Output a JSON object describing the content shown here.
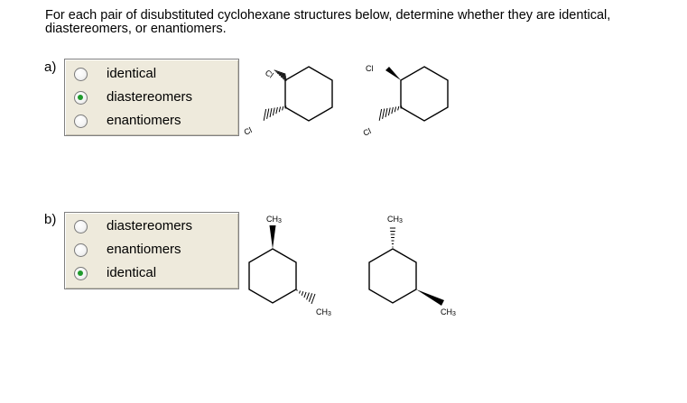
{
  "instructions": "For each pair of disubstituted cyclohexane structures below, determine whether they are identical, diastereomers, or enantiomers.",
  "questions": [
    {
      "label": "a)",
      "options": [
        {
          "text": "identical",
          "selected": false
        },
        {
          "text": "diastereomers",
          "selected": true
        },
        {
          "text": "enantiomers",
          "selected": false
        }
      ],
      "structures": {
        "left": {
          "top": "Cl",
          "bottom": "Cl"
        },
        "right": {
          "top": "Cl",
          "bottom": "Cl"
        }
      }
    },
    {
      "label": "b)",
      "options": [
        {
          "text": "diastereomers",
          "selected": false
        },
        {
          "text": "enantiomers",
          "selected": false
        },
        {
          "text": "identical",
          "selected": true
        }
      ],
      "structures": {
        "left": {
          "top": "CH3",
          "bottom": "CH3"
        },
        "right": {
          "top": "CH3",
          "bottom": "CH3"
        }
      }
    }
  ],
  "colors": {
    "panel_bg": "#eeeadc",
    "panel_border": "#808080",
    "radio_selected": "#1f9a2c"
  }
}
